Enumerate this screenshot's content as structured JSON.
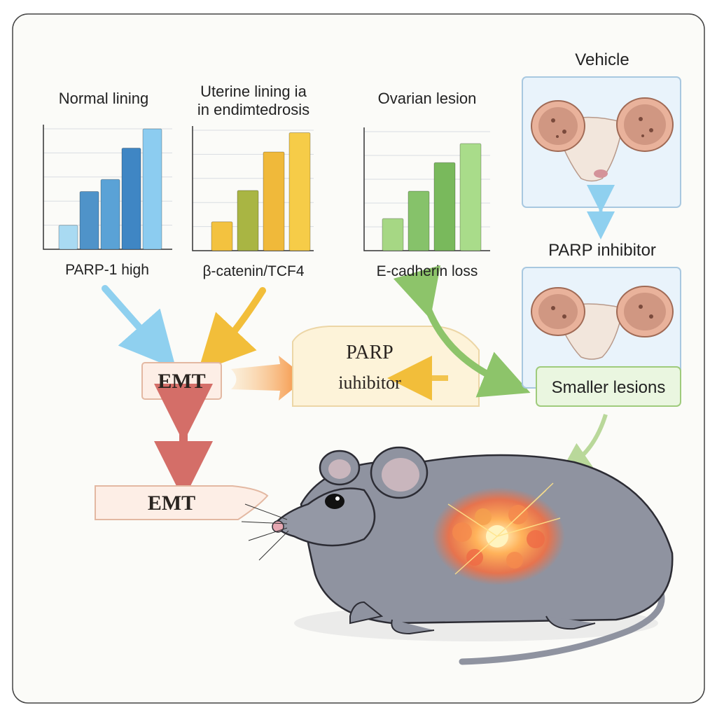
{
  "charts": [
    {
      "title": "Normal lining",
      "caption": "PARP-1 high",
      "bars": [
        0.2,
        0.48,
        0.58,
        0.84,
        1.0
      ],
      "colors": [
        "#a9daf2",
        "#4f93c9",
        "#5aa2d6",
        "#3f86c4",
        "#8cccf0"
      ]
    },
    {
      "title": "Uterine lining ia\nin endimtedrosis",
      "caption": "β-catenin/TCF4",
      "bars": [
        0.24,
        0.5,
        0.82,
        0.98
      ],
      "colors": [
        "#f3c23f",
        "#a9b543",
        "#f0b93a",
        "#f6cc48"
      ]
    },
    {
      "title": "Ovarian lesion",
      "caption": "E-cadherin loss",
      "bars": [
        0.27,
        0.5,
        0.74,
        0.9
      ],
      "colors": [
        "#a6d784",
        "#86c26a",
        "#79b95c",
        "#a9dc8a"
      ]
    }
  ],
  "flow": {
    "emt_box": "EMT",
    "parp_box_line1": "PARP",
    "parp_box_line2": "iuhibitor",
    "emt_tag": "EMT"
  },
  "panels": {
    "vehicle_title": "Vehicle",
    "parp_title": "PARP inhibitor",
    "smaller_lesions": "Smaller lesions"
  },
  "colors": {
    "blue_arrow": "#8fd0ef",
    "yellow_arrow": "#f2be3a",
    "green_arrow": "#8dc46a",
    "red_arrow": "#d46e68",
    "panel_border": "#a8c8e0",
    "panel_fill": "#e9f3fb",
    "emt_box_fill": "#fdeee6",
    "parp_box_fill": "#fdf3d9",
    "mouse_body": "#8f93a0"
  }
}
